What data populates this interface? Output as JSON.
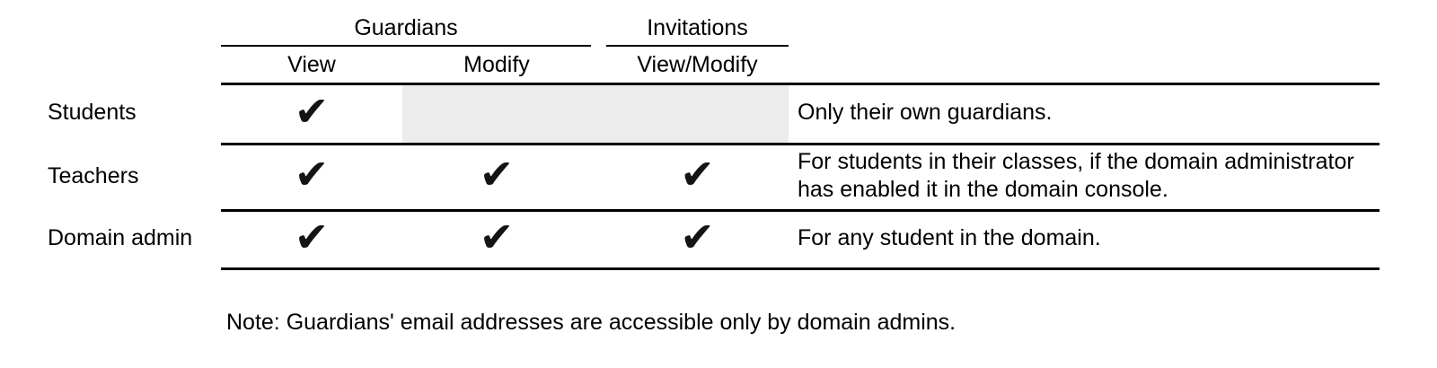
{
  "table": {
    "groups": [
      {
        "label": "Guardians"
      },
      {
        "label": "Invitations"
      }
    ],
    "sub_headers": [
      "View",
      "Modify",
      "View/Modify"
    ],
    "rows": [
      {
        "label": "Students",
        "view": "✔",
        "modify": "",
        "invitations": "",
        "note": "Only their own guardians.",
        "shaded_region": "modify-and-invitations"
      },
      {
        "label": "Teachers",
        "view": "✔",
        "modify": "✔",
        "invitations": "✔",
        "note": "For students in their classes, if the domain administrator has enabled it in the domain console."
      },
      {
        "label": "Domain admin",
        "view": "✔",
        "modify": "✔",
        "invitations": "✔",
        "note": "For any student in the domain."
      }
    ]
  },
  "footnote": "Note: Guardians' email addresses are accessible only by domain admins.",
  "colors": {
    "background": "#ffffff",
    "text": "#000000",
    "rule": "#000000",
    "checkmark": "#141414",
    "shaded_cell": "#ececec"
  }
}
